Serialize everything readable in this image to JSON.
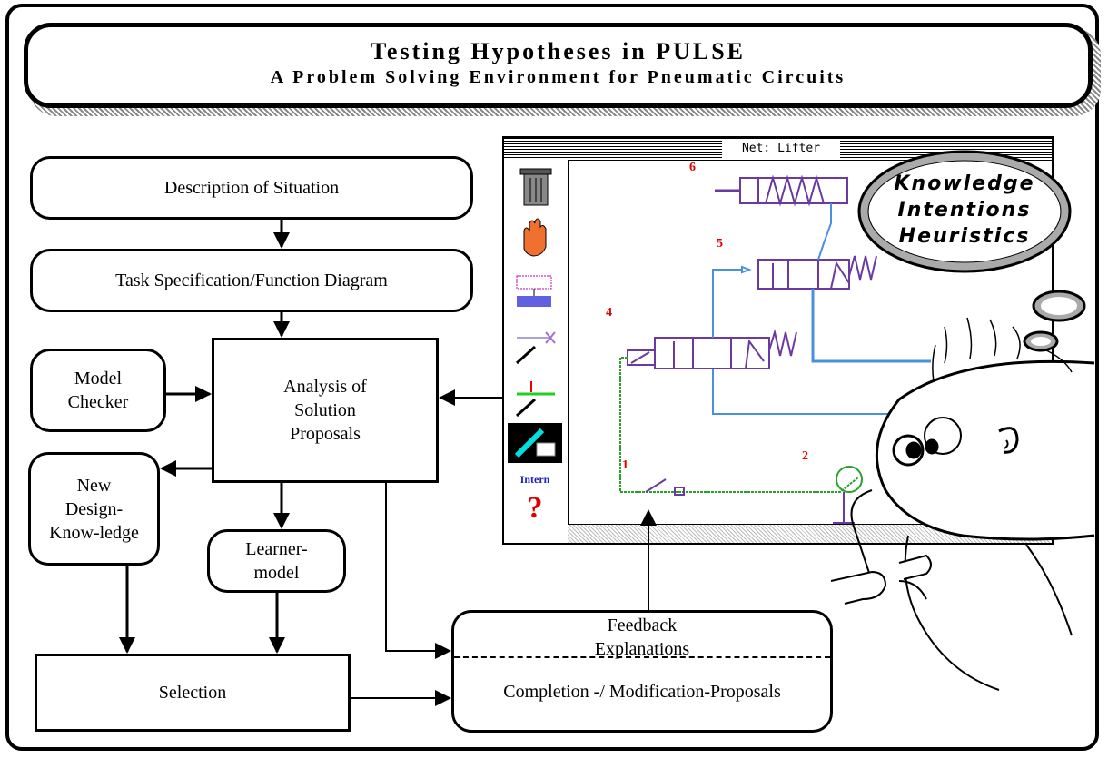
{
  "title": {
    "main": "Testing Hypotheses in PULSE",
    "subtitle": "A Problem Solving Environment for Pneumatic Circuits"
  },
  "boxes": {
    "description": "Description of Situation",
    "task_spec": "Task Specification/Function Diagram",
    "model_checker": "Model Checker",
    "analysis": "Analysis of Solution Proposals",
    "new_design": "New Design-Know-ledge",
    "learner_model": "Learner-model",
    "selection": "Selection",
    "feedback": "Feedback Explanations",
    "completion": "Completion -/ Modification-Proposals"
  },
  "screen": {
    "window_title": "Net: Lifter",
    "palette_label": "Intern",
    "circuit_numbers": [
      "1",
      "2",
      "4",
      "5",
      "6"
    ]
  },
  "thought_bubble": {
    "lines": [
      "Knowledge",
      "Intentions",
      "Heuristics"
    ]
  },
  "colors": {
    "circuit_purple": "#6a3aa0",
    "circuit_blue": "#4a90e0",
    "circuit_green": "#2aa02a",
    "label_red": "#e00000"
  }
}
